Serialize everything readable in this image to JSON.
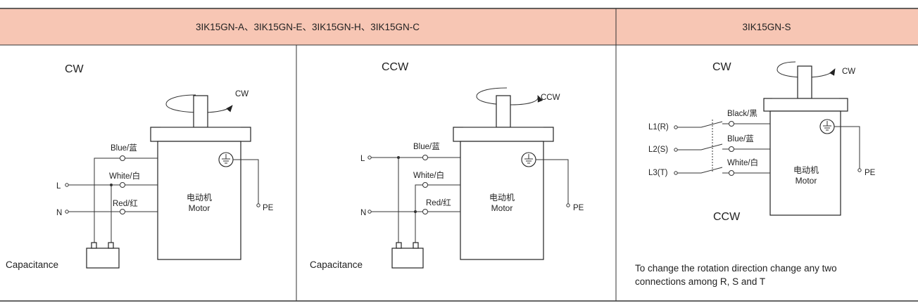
{
  "colors": {
    "header_bg": "#f7c6b4",
    "rule": "#333333"
  },
  "header": {
    "left_title": "3IK15GN-A、3IK15GN-E、3IK15GN-H、3IK15GN-C",
    "right_title": "3IK15GN-S"
  },
  "panel_cw": {
    "direction": "CW",
    "arrow_label": "CW",
    "wire_blue": "Blue/蓝",
    "wire_white": "White/白",
    "wire_red": "Red/红",
    "terminal_l": "L",
    "terminal_n": "N",
    "pe": "PE",
    "motor_cn": "电动机",
    "motor_en": "Motor",
    "capacitance": "Capacitance"
  },
  "panel_ccw": {
    "direction": "CCW",
    "arrow_label": "CCW",
    "wire_blue": "Blue/蓝",
    "wire_white": "White/白",
    "wire_red": "Red/红",
    "terminal_l": "L",
    "terminal_n": "N",
    "pe": "PE",
    "motor_cn": "电动机",
    "motor_en": "Motor",
    "capacitance": "Capacitance"
  },
  "panel_three_phase": {
    "direction_cw": "CW",
    "arrow_label": "CW",
    "direction_ccw": "CCW",
    "wire_black": "Black/黑",
    "wire_blue": "Blue/蓝",
    "wire_white": "White/白",
    "terminal_l1": "L1(R)",
    "terminal_l2": "L2(S)",
    "terminal_l3": "L3(T)",
    "pe": "PE",
    "motor_cn": "电动机",
    "motor_en": "Motor",
    "note_line1": "To change the rotation direction change any two",
    "note_line2": "connections among R, S and T"
  }
}
